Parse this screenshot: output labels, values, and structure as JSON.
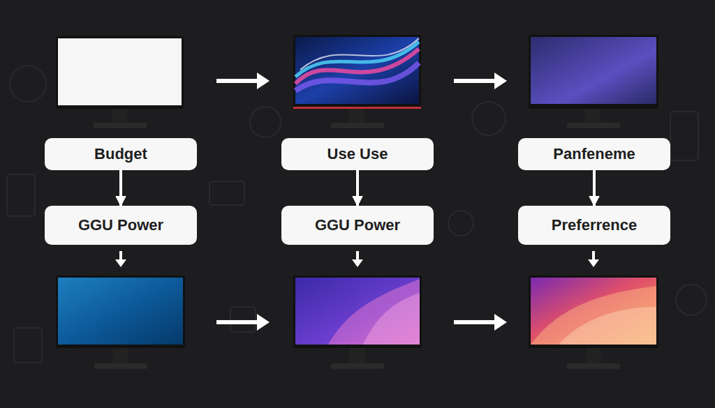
{
  "diagram": {
    "nodes": [
      {
        "text": [
          "Budget"
        ]
      },
      {
        "text": [
          "Use Use"
        ]
      },
      {
        "text": [
          "Panfeneme"
        ]
      },
      {
        "text": [
          "GGU Power"
        ]
      },
      {
        "text": [
          "GGU Power"
        ]
      },
      {
        "text": [
          "Preferrence"
        ]
      }
    ],
    "edges": [
      {
        "from": 0,
        "to": 3,
        "arrow": "to"
      },
      {
        "from": 1,
        "to": 4,
        "arrow": "to"
      },
      {
        "from": 2,
        "to": 5,
        "arrow": "to"
      }
    ]
  }
}
